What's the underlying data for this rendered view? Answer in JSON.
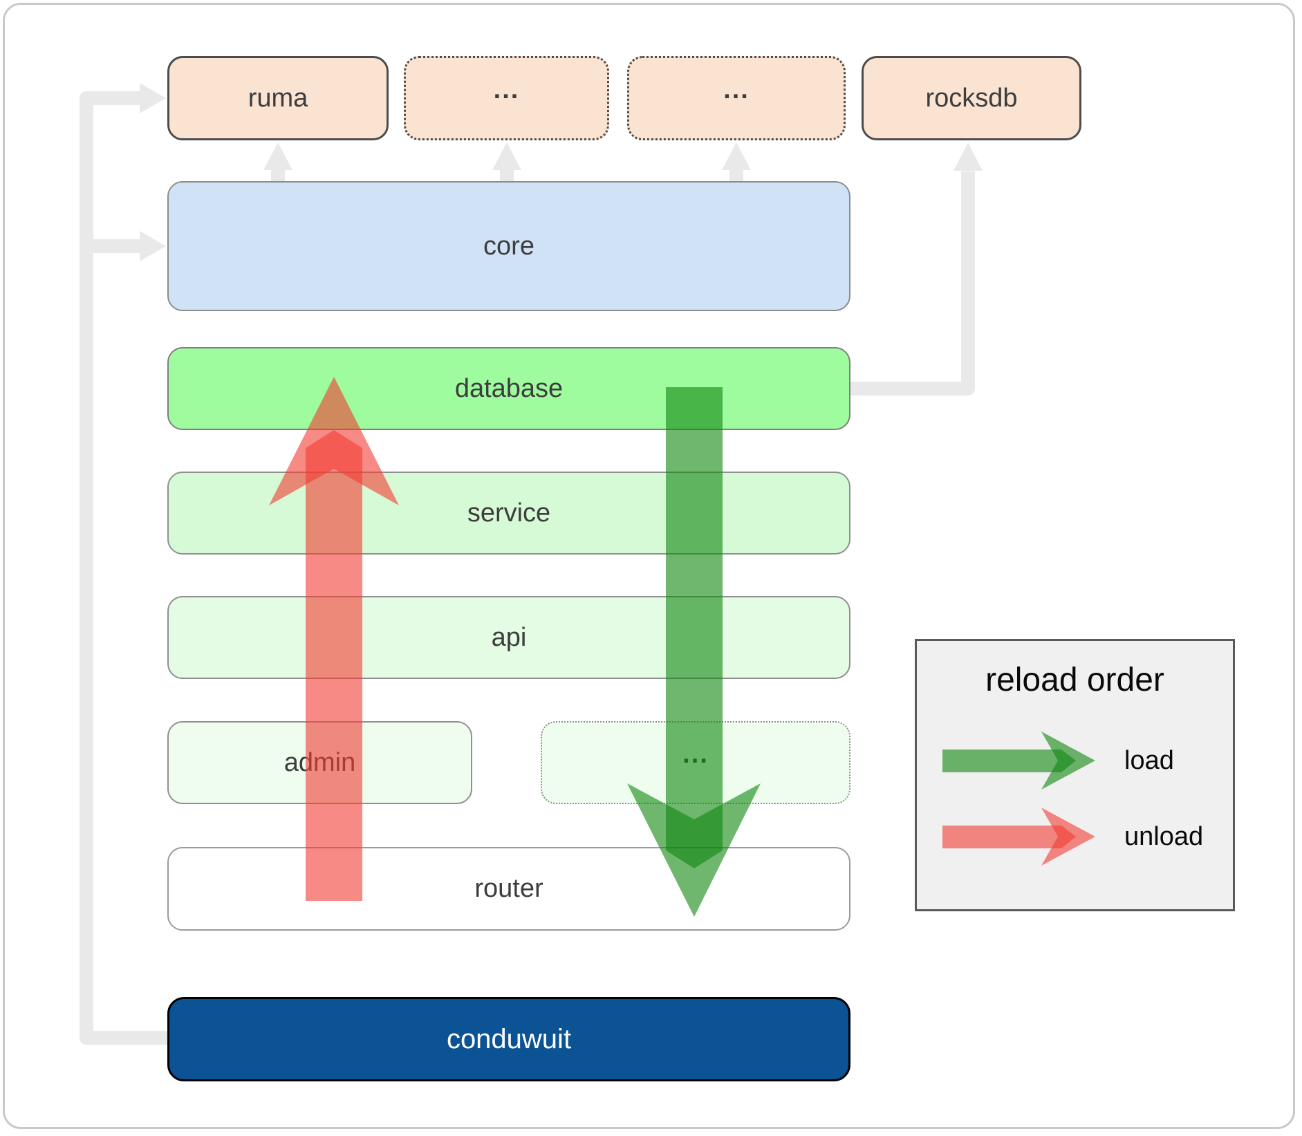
{
  "boxes": {
    "ruma": "ruma",
    "dep1": "...",
    "dep2": "...",
    "rocksdb": "rocksdb",
    "core": "core",
    "database": "database",
    "service": "service",
    "api": "api",
    "admin": "admin",
    "more": "...",
    "router": "router",
    "conduwuit": "conduwuit"
  },
  "legend": {
    "title": "reload order",
    "items": [
      {
        "label": "load"
      },
      {
        "label": "unload"
      }
    ]
  },
  "colors": {
    "load_arrow": "#0f870f",
    "unload_arrow": "#f23c32",
    "connector": "#e9e9e9",
    "dependency_fill": "#fbe3d2",
    "core_fill": "#d0e2f5",
    "database_fill": "#9efb9e",
    "service_fill": "#d6fad6",
    "api_fill": "#e3fce3",
    "admin_fill": "#eefdee",
    "router_fill": "#ffffff",
    "conduwuit_fill": "#0b5394",
    "legend_bg": "#f0f0f0"
  }
}
